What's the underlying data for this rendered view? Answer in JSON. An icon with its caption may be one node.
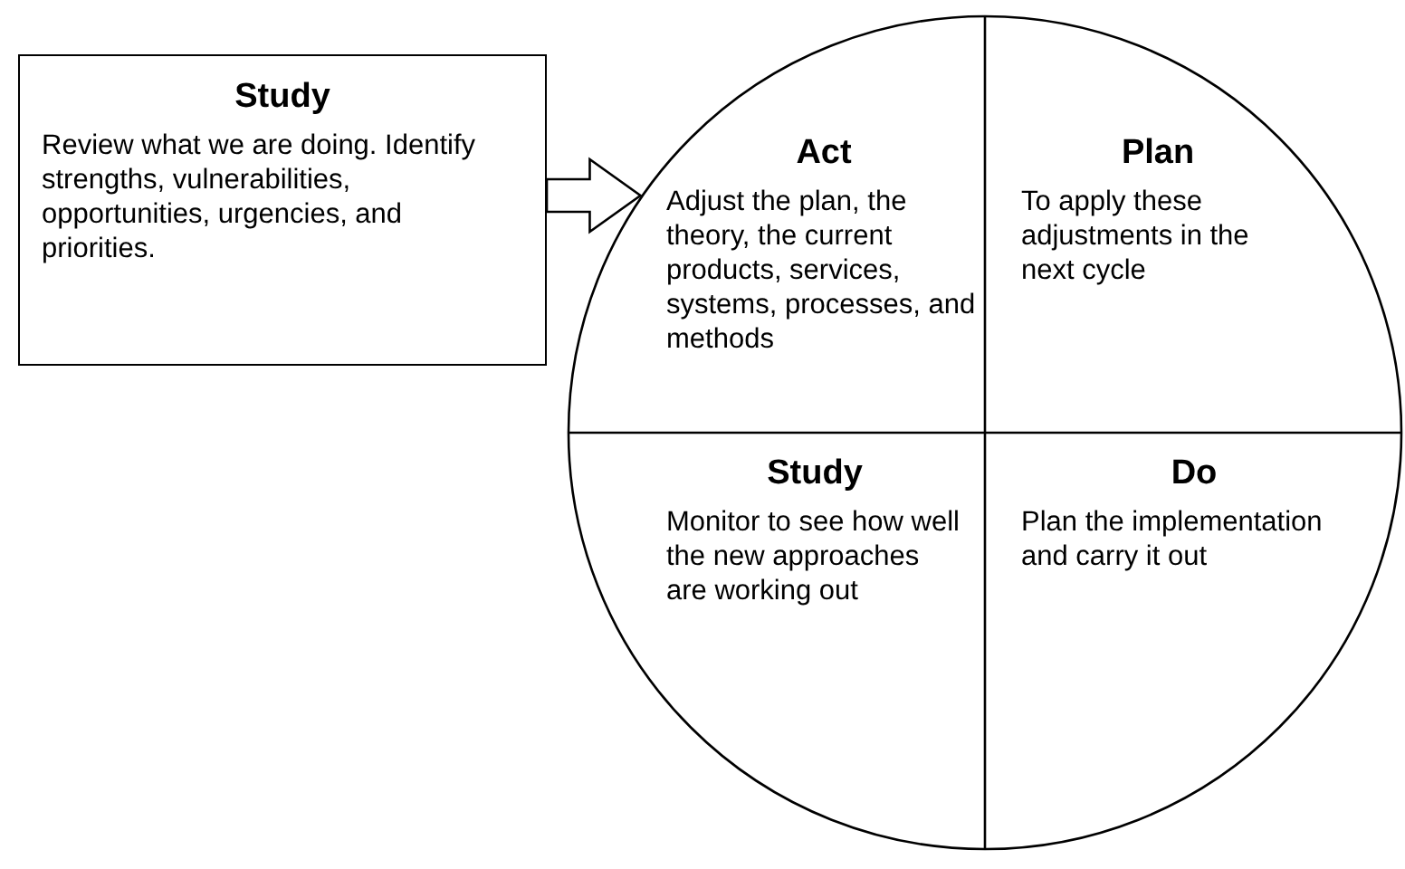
{
  "diagram": {
    "nodes": [
      {
        "text": [
          "Study",
          "Review what we are doing. Identify strengths, vulnerabilities, opportunities, urgencies, and priorities."
        ]
      },
      {
        "text": [],
        "shape": "circle"
      },
      {
        "text": [
          "Act",
          "Adjust the plan, the theory, the current products, services, systems, processes, and methods"
        ],
        "in": 1
      },
      {
        "text": [
          "Plan",
          "To apply these adjustments in the next cycle"
        ],
        "in": 1
      },
      {
        "text": [
          "Study",
          "Monitor to see how well the new approaches are working out"
        ],
        "in": 1
      },
      {
        "text": [
          "Do",
          "Plan the implementation and carry it out"
        ],
        "in": 1
      }
    ],
    "edges": [
      {
        "from": 0,
        "to": 1,
        "arrow": "to"
      }
    ]
  }
}
